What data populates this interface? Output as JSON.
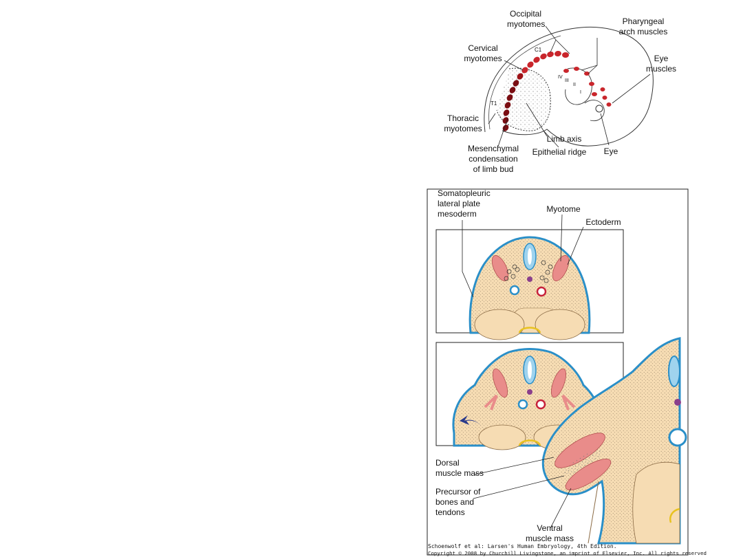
{
  "top_figure": {
    "labels": {
      "occipital": "Occipital\nmyotomes",
      "pharyngeal": "Pharyngeal\narch muscles",
      "cervical": "Cervical\nmyotomes",
      "eye_muscles": "Eye\nmuscles",
      "thoracic": "Thoracic\nmyotomes",
      "limb_axis": "Limb axis",
      "mesenchymal": "Mesenchymal\ncondensation\nof limb bud",
      "epithelial": "Epithelial ridge",
      "eye": "Eye"
    },
    "small_marks": {
      "c1": "C1",
      "t1": "T1",
      "iv": "IV",
      "iii": "III",
      "ii": "II",
      "i": "I"
    }
  },
  "bottom_figure": {
    "labels": {
      "somatopleuric": "Somatopleuric\nlateral plate\nmesoderm",
      "myotome": "Myotome",
      "ectoderm": "Ectoderm",
      "dorsal": "Dorsal\nmuscle mass",
      "precursor": "Precursor of\nbones and\ntendons",
      "ventral": "Ventral\nmuscle mass"
    }
  },
  "credit": {
    "line1": "Schoenwolf et al: Larsen's Human Embryology, 4th Edition.",
    "line2": "Copyright © 2008 by Churchill Livingstone, an imprint of Elsevier, Inc. All rights reserved"
  },
  "colors": {
    "tissue": "#f6dcb3",
    "ectoderm": "#2a8fc8",
    "muscle": "#e98c8a",
    "myotome_red": "#c9262c",
    "neural": "#9fd3ee",
    "vessel_red": "#c7223a",
    "notochord": "#8a3f8c",
    "yolk": "#e8c220",
    "arrow": "#2a3a8c"
  }
}
